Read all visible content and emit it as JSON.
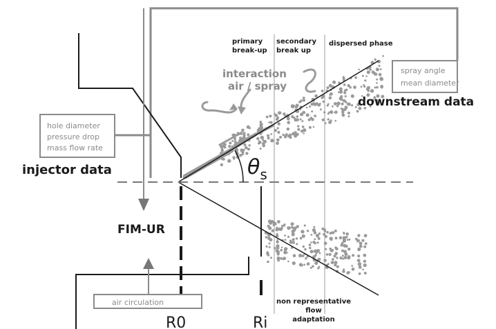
{
  "zones": {
    "primary": [
      "primary",
      "break-up"
    ],
    "secondary": [
      "secondary",
      "break up"
    ],
    "dispersed": "dispersed phase"
  },
  "interaction": [
    "interaction",
    "air / spray"
  ],
  "spray_box": [
    "spray angle",
    "mean diameter"
  ],
  "downstream": "downstream data",
  "hole_box": [
    "hole diameter",
    "pressure drop",
    "mass flow rate"
  ],
  "injector": "injector data",
  "theta": "θ",
  "theta_sub": "s",
  "fim": "FIM-UR",
  "air_box": "air circulation",
  "nonrep": [
    "non representative",
    "flow",
    "adaptation"
  ],
  "r0": "R0",
  "ri": "Ri",
  "colors": {
    "ink": "#1a1a1a",
    "gray": "#8a8a8a",
    "spray": "#9a9a9a"
  }
}
